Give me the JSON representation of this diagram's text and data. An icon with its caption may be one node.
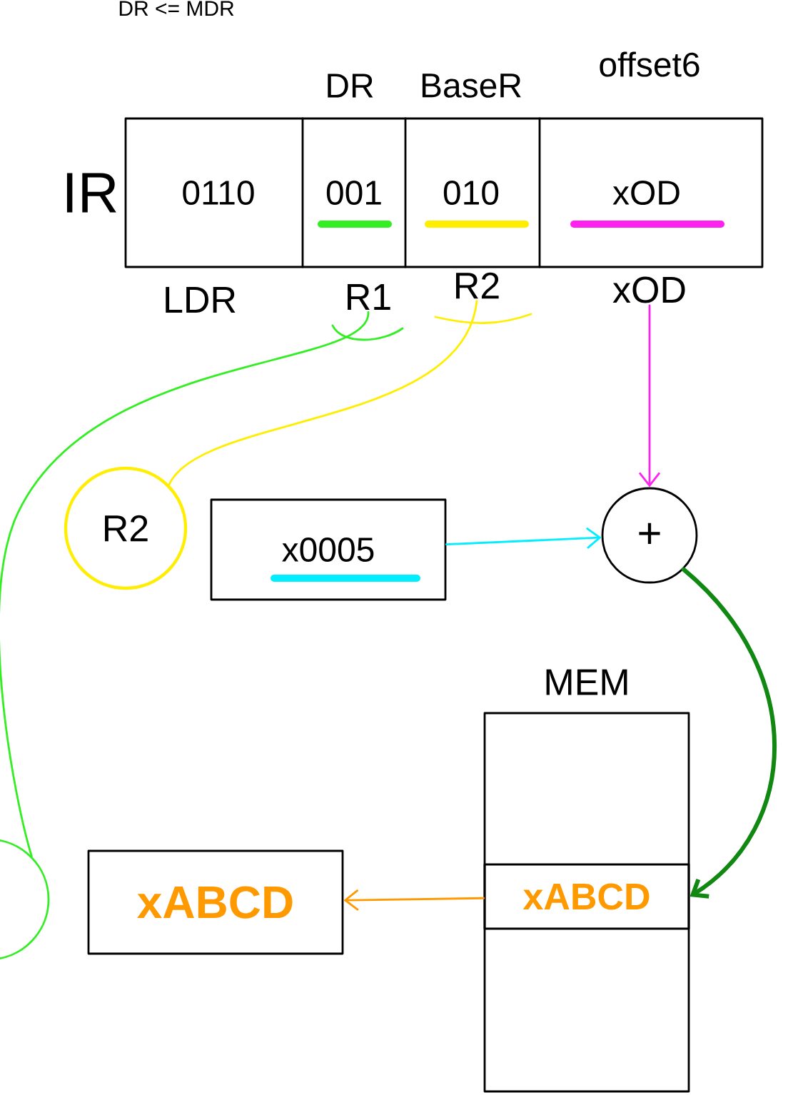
{
  "diagram": {
    "title": "DR <= MDR",
    "nodes": [
      {
        "text": [
          "IR"
        ]
      },
      {
        "text": [
          "0110"
        ],
        "in": 0
      },
      {
        "text": [
          "001"
        ],
        "in": 0
      },
      {
        "text": [
          "010"
        ],
        "in": 0
      },
      {
        "text": [
          "xOD"
        ],
        "in": 0
      },
      {
        "text": [
          "R1"
        ]
      },
      {
        "text": [
          "R2"
        ]
      },
      {
        "text": [
          "xOD"
        ]
      },
      {
        "text": [
          "R2"
        ]
      },
      {
        "text": [
          "x0005"
        ]
      },
      {
        "text": [
          "+"
        ]
      },
      {
        "text": [
          "MEM"
        ]
      },
      {
        "text": [
          "xABCD"
        ],
        "in": 11
      },
      {
        "text": [],
        "shape": "circle"
      },
      {
        "text": [
          "xABCD"
        ]
      }
    ],
    "edges": [
      {
        "from": 5,
        "to": 13,
        "arrow": "none",
        "color": "#33ee22"
      },
      {
        "from": 6,
        "to": 8,
        "arrow": "none",
        "color": "#ffee00"
      },
      {
        "from": 7,
        "to": 10,
        "arrow": "to",
        "color": "#ff22ee"
      },
      {
        "from": 9,
        "to": 10,
        "arrow": "to",
        "color": "#00eeff"
      },
      {
        "from": 10,
        "to": 12,
        "arrow": "to",
        "style": "thick",
        "color": "#118811"
      },
      {
        "from": 12,
        "to": 14,
        "arrow": "to",
        "color": "#ff9900"
      }
    ],
    "labels": [
      "DR",
      "BaseR",
      "offset6",
      "LDR"
    ]
  }
}
